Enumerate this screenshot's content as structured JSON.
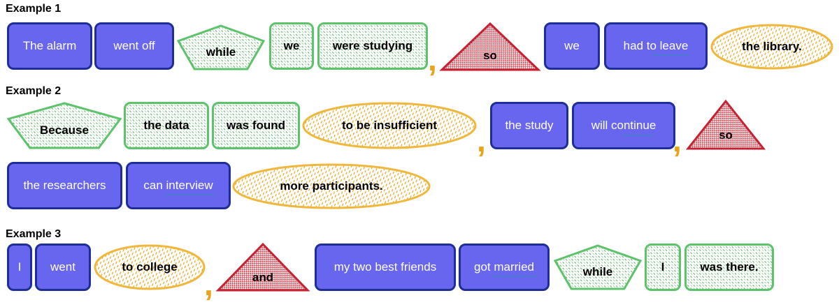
{
  "colors": {
    "clause_fill": "#6865ee",
    "clause_stroke": "#1f2d96",
    "green_stroke": "#5cc36b",
    "green_hatch": "#5fb36a",
    "red_fill": "#d94552",
    "red_stroke": "#c52332",
    "yellow_stroke": "#efb73c",
    "yellow_hatch": "#e8a317",
    "comma": "#e8a317"
  },
  "examples": [
    {
      "title": "Example 1",
      "tokens": [
        {
          "type": "clause",
          "text": "The alarm"
        },
        {
          "type": "clause",
          "text": "went off"
        },
        {
          "type": "conj-pentagon",
          "text": "while"
        },
        {
          "type": "green-box",
          "text": "we"
        },
        {
          "type": "green-box",
          "text": "were studying"
        },
        {
          "type": "comma",
          "text": ","
        },
        {
          "type": "conj-triangle",
          "text": "so"
        },
        {
          "type": "clause",
          "text": "we"
        },
        {
          "type": "clause",
          "text": "had to leave"
        },
        {
          "type": "phrase-oval",
          "text": "the library."
        }
      ]
    },
    {
      "title": "Example 2",
      "tokens": [
        {
          "type": "conj-pentagon",
          "text": "Because"
        },
        {
          "type": "green-box",
          "text": "the data"
        },
        {
          "type": "green-box",
          "text": "was found"
        },
        {
          "type": "phrase-oval",
          "text": "to be insufficient"
        },
        {
          "type": "comma",
          "text": ","
        },
        {
          "type": "clause",
          "text": "the study"
        },
        {
          "type": "clause",
          "text": "will continue"
        },
        {
          "type": "comma",
          "text": ","
        },
        {
          "type": "conj-triangle",
          "text": "so"
        },
        {
          "type": "clause",
          "text": "the researchers"
        },
        {
          "type": "clause",
          "text": "can interview"
        },
        {
          "type": "phrase-oval",
          "text": "more participants."
        }
      ]
    },
    {
      "title": "Example 3",
      "tokens": [
        {
          "type": "clause",
          "text": "I"
        },
        {
          "type": "clause",
          "text": "went"
        },
        {
          "type": "phrase-oval",
          "text": "to college"
        },
        {
          "type": "comma",
          "text": ","
        },
        {
          "type": "conj-triangle",
          "text": "and"
        },
        {
          "type": "clause",
          "text": "my two best friends"
        },
        {
          "type": "clause",
          "text": "got married"
        },
        {
          "type": "conj-pentagon",
          "text": "while"
        },
        {
          "type": "green-box",
          "text": "I"
        },
        {
          "type": "green-box",
          "text": "was there."
        }
      ]
    }
  ]
}
